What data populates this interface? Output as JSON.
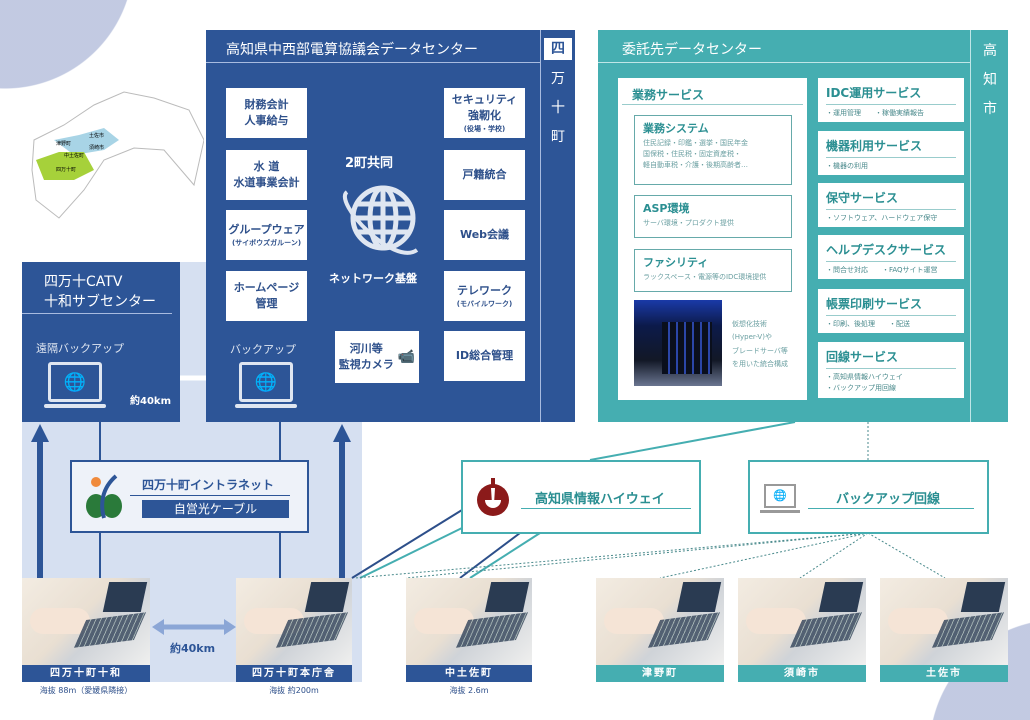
{
  "map": {
    "labels": [
      "土佐市",
      "津野町",
      "須崎市",
      "中土佐町",
      "四万十町"
    ]
  },
  "kochi_center": {
    "title": "高知県中西部電算協議会データセンター",
    "side": [
      "四",
      "万",
      "十",
      "町"
    ],
    "services_left": [
      {
        "l1": "財務会計",
        "l2": "人事給与"
      },
      {
        "l1": "水 道",
        "l2": "水道事業会計"
      },
      {
        "l1": "グループウェア",
        "small": "(サイボウズガルーン)"
      },
      {
        "l1": "ホームページ",
        "l2": "管理"
      }
    ],
    "services_right": [
      {
        "l1": "セキュリティ",
        "l2": "強靭化",
        "small": "(役場・学校)"
      },
      {
        "l1": "戸籍統合"
      },
      {
        "l1": "Web会議"
      },
      {
        "l1": "テレワーク",
        "small": "(モバイルワーク)"
      },
      {
        "l1": "ID総合管理"
      }
    ],
    "center_top": "2町共同",
    "center_bottom": "ネットワーク基盤",
    "camera": {
      "l1": "河川等",
      "l2": "監視カメラ"
    },
    "backup": "バックアップ"
  },
  "catv": {
    "title1": "四万十CATV",
    "title2": "十和サブセンター",
    "remote_backup": "遠隔バックアップ",
    "distance": "約40km"
  },
  "intranet": {
    "title": "四万十町イントラネット",
    "cable": "自営光ケーブル"
  },
  "consigned": {
    "title": "委託先データセンター",
    "side": [
      "高",
      "知",
      "市"
    ],
    "business": {
      "title": "業務サービス",
      "items": [
        {
          "title": "業務システム",
          "desc": "住民記録・印鑑・選挙・国民年金\n国保税・住民税・固定資産税・\n軽自動車税・介護・後期高齢者…"
        },
        {
          "title": "ASP環境",
          "desc": "サーバ環境・プロダクト提供"
        },
        {
          "title": "ファシリティ",
          "desc": "ラックスペース・電源等のIDC環境提供"
        }
      ],
      "virtual": "仮想化技術\n(Hyper-V)や\nブレードサーバ等\nを用いた統合構成"
    },
    "services": [
      {
        "title": "IDC運用サービス",
        "desc": "・運用管理　　・稼働実績報告"
      },
      {
        "title": "機器利用サービス",
        "desc": "・機器の利用"
      },
      {
        "title": "保守サービス",
        "desc": "・ソフトウェア、ハードウェア保守"
      },
      {
        "title": "ヘルプデスクサービス",
        "desc": "・問合せ対応　　・FAQサイト運営"
      },
      {
        "title": "帳票印刷サービス",
        "desc": "・印刷、後処理　　・配送"
      },
      {
        "title": "回線サービス",
        "desc": "・高知県情報ハイウェイ\n・バックアップ用回線"
      }
    ]
  },
  "highway": "高知県情報ハイウェイ",
  "backup_line": "バックアップ回線",
  "sites": [
    {
      "name": "四万十町十和",
      "elev": "海抜 88m（愛媛県隣接）",
      "color": "#2d5597"
    },
    {
      "name": "四万十町本庁舎",
      "elev": "海抜 約200m",
      "color": "#2d5597"
    },
    {
      "name": "中土佐町",
      "elev": "海抜 2.6m",
      "color": "#2d5597"
    },
    {
      "name": "津野町",
      "color": "#45aeb1"
    },
    {
      "name": "須崎市",
      "color": "#45aeb1"
    },
    {
      "name": "土佐市",
      "color": "#45aeb1"
    }
  ],
  "site_distance": "約40km"
}
